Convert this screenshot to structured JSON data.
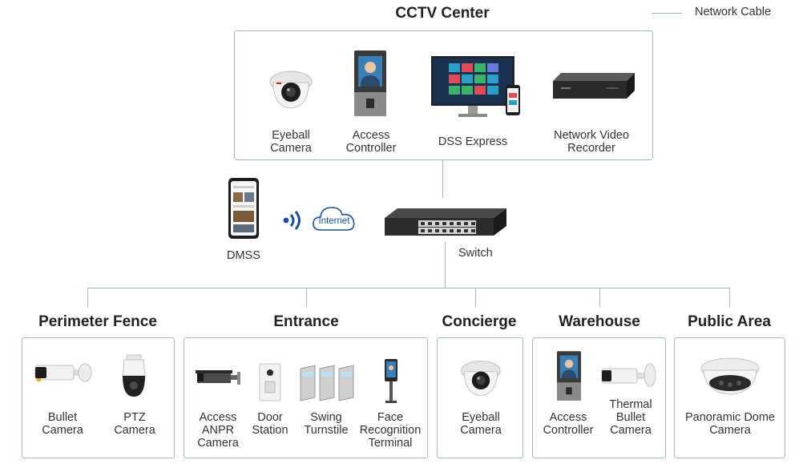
{
  "legend": {
    "label": "Network Cable"
  },
  "cctv_center": {
    "title": "CCTV Center",
    "devices": [
      {
        "lines": [
          "Eyeball",
          "Camera"
        ]
      },
      {
        "lines": [
          "Access",
          "Controller"
        ]
      },
      {
        "lines": [
          "DSS Express"
        ]
      },
      {
        "lines": [
          "Network Video",
          "Recorder"
        ]
      }
    ]
  },
  "network": {
    "dmss": "DMSS",
    "internet": "Internet",
    "switch": "Switch"
  },
  "zones": [
    {
      "title": "Perimeter Fence",
      "devices": [
        {
          "lines": [
            "Bullet",
            "Camera"
          ]
        },
        {
          "lines": [
            "PTZ",
            "Camera"
          ]
        }
      ]
    },
    {
      "title": "Entrance",
      "devices": [
        {
          "lines": [
            "Access",
            "ANPR",
            "Camera"
          ]
        },
        {
          "lines": [
            "Door",
            "Station"
          ]
        },
        {
          "lines": [
            "Swing",
            "Turnstile"
          ]
        },
        {
          "lines": [
            "Face",
            "Recognition",
            "Terminal"
          ]
        }
      ]
    },
    {
      "title": "Concierge",
      "devices": [
        {
          "lines": [
            "Eyeball",
            "Camera"
          ]
        }
      ]
    },
    {
      "title": "Warehouse",
      "devices": [
        {
          "lines": [
            "Access",
            "Controller"
          ]
        },
        {
          "lines": [
            "Thermal",
            "Bullet",
            "Camera"
          ]
        }
      ]
    },
    {
      "title": "Public Area",
      "devices": [
        {
          "lines": [
            "Panoramic Dome",
            "Camera"
          ]
        }
      ]
    }
  ],
  "colors": {
    "line": "#9fb9cc",
    "accent": "#1a4fa0",
    "text": "#333333"
  }
}
